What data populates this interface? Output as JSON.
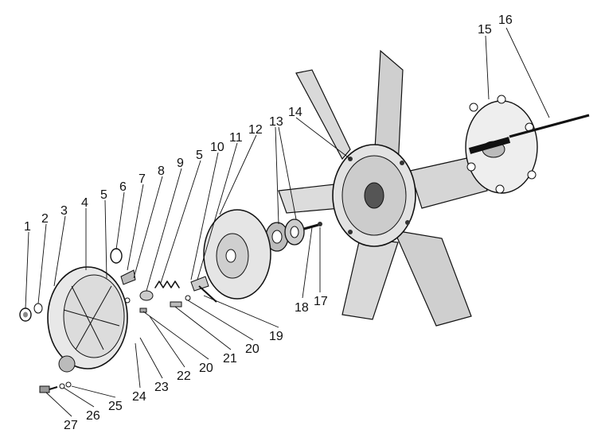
{
  "diagram": {
    "callouts": [
      {
        "id": "1",
        "text": "1"
      },
      {
        "id": "2",
        "text": "2"
      },
      {
        "id": "3",
        "text": "3"
      },
      {
        "id": "4",
        "text": "4"
      },
      {
        "id": "5a",
        "text": "5"
      },
      {
        "id": "6",
        "text": "6"
      },
      {
        "id": "7",
        "text": "7"
      },
      {
        "id": "8",
        "text": "8"
      },
      {
        "id": "9",
        "text": "9"
      },
      {
        "id": "5b",
        "text": "5"
      },
      {
        "id": "10",
        "text": "10"
      },
      {
        "id": "11",
        "text": "11"
      },
      {
        "id": "12",
        "text": "12"
      },
      {
        "id": "13",
        "text": "13"
      },
      {
        "id": "14",
        "text": "14"
      },
      {
        "id": "15",
        "text": "15"
      },
      {
        "id": "16",
        "text": "16"
      },
      {
        "id": "17",
        "text": "17"
      },
      {
        "id": "18",
        "text": "18"
      },
      {
        "id": "19",
        "text": "19"
      },
      {
        "id": "20a",
        "text": "20"
      },
      {
        "id": "21",
        "text": "21"
      },
      {
        "id": "20b",
        "text": "20"
      },
      {
        "id": "22",
        "text": "22"
      },
      {
        "id": "23",
        "text": "23"
      },
      {
        "id": "24",
        "text": "24"
      },
      {
        "id": "25",
        "text": "25"
      },
      {
        "id": "26",
        "text": "26"
      },
      {
        "id": "27",
        "text": "27"
      }
    ]
  }
}
